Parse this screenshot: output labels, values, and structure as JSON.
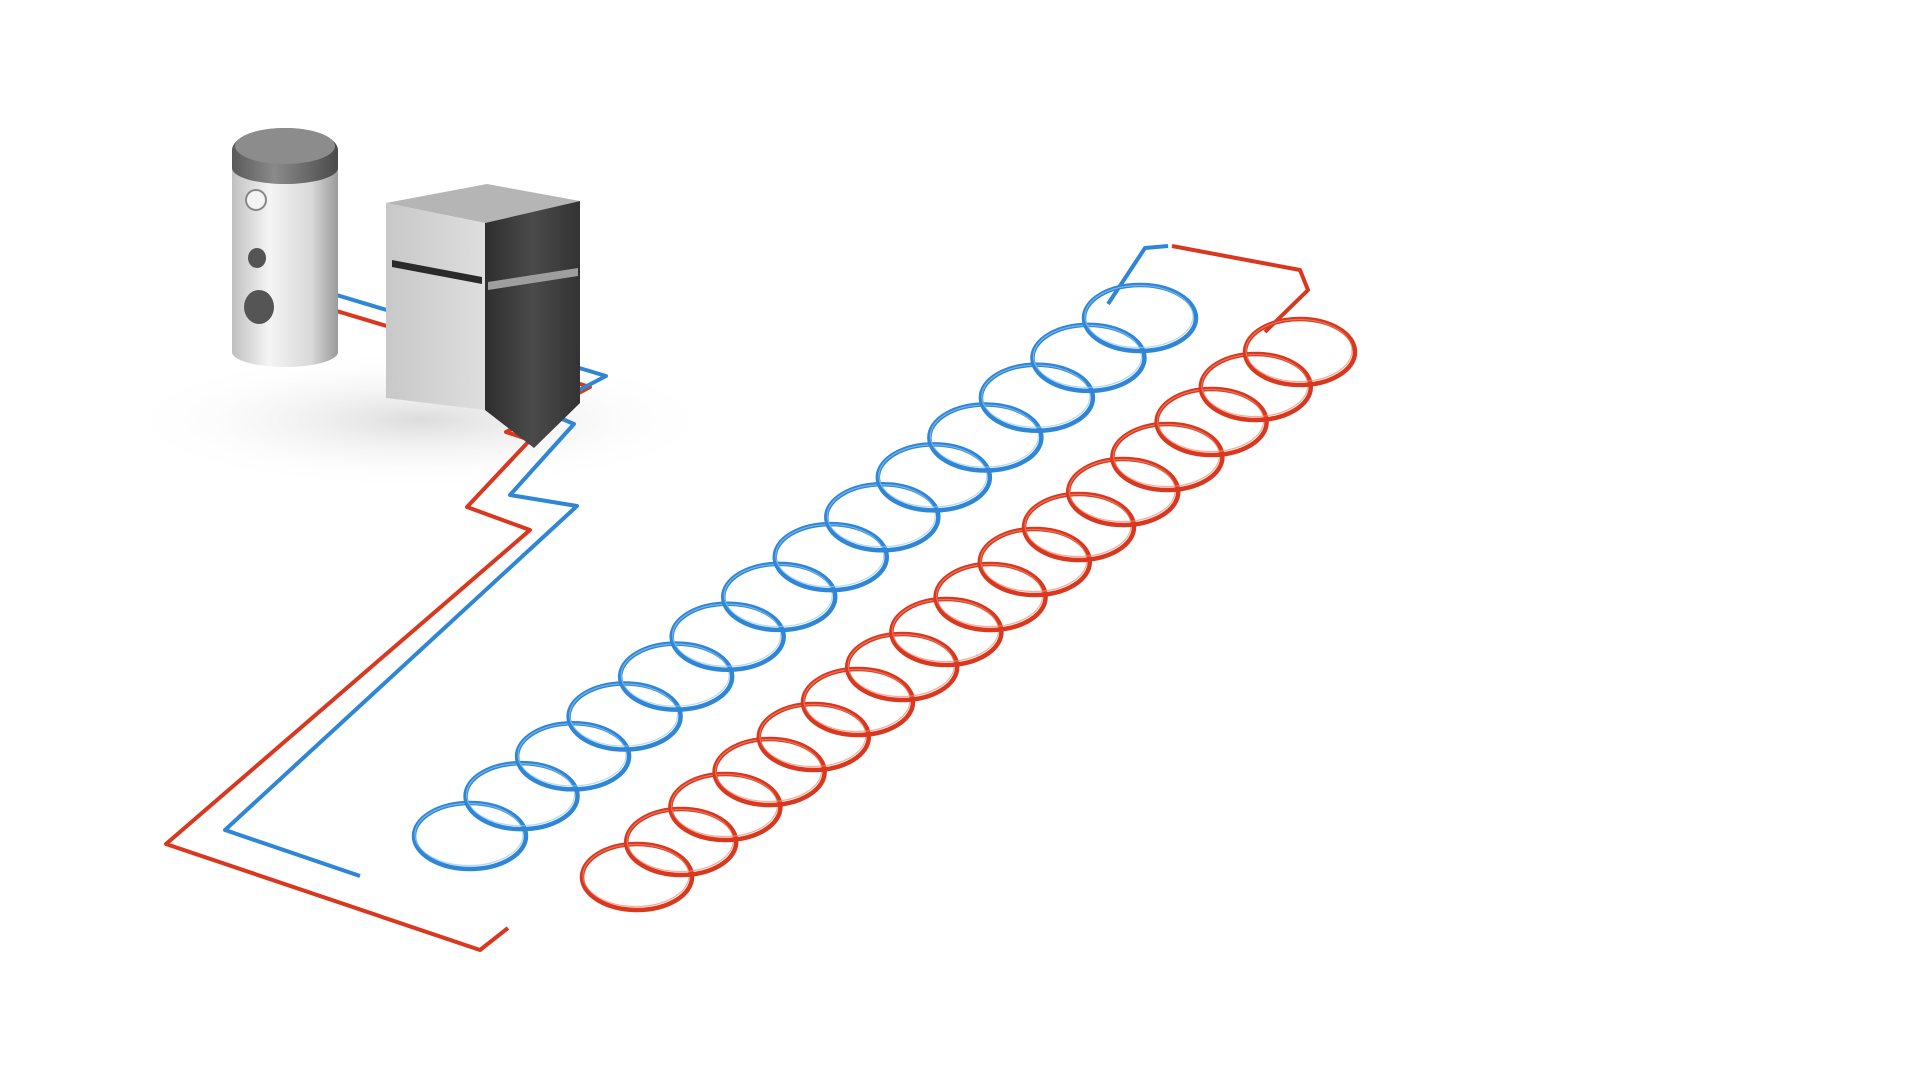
{
  "scene": {
    "subject": "ground-source-heat-pump-slinky-loop",
    "background_color": "#ffffff",
    "floor_shadow_color": "#e6e6e6"
  },
  "water_tank": {
    "body_color": "#dcdcdc",
    "cap_color": "#6e6e6e",
    "gauge_color": "#f4f4f4",
    "port_color": "#555555"
  },
  "heat_pump": {
    "panel_color": "#d4d4d4",
    "side_color": "#3c3c3c",
    "stripe_color": "#2a2a2a"
  },
  "pipes": {
    "cold_color": "#2f86d6",
    "cold_highlight": "#8ec8f3",
    "hot_color": "#d9381e",
    "hot_highlight": "#f4876d",
    "cold_coil_count": 14,
    "hot_coil_count": 16
  },
  "icons": {
    "tank": "hot-water-tank-icon",
    "pump": "heat-pump-unit-icon",
    "cold_loop": "cold-return-coil-icon",
    "hot_loop": "hot-supply-coil-icon"
  }
}
